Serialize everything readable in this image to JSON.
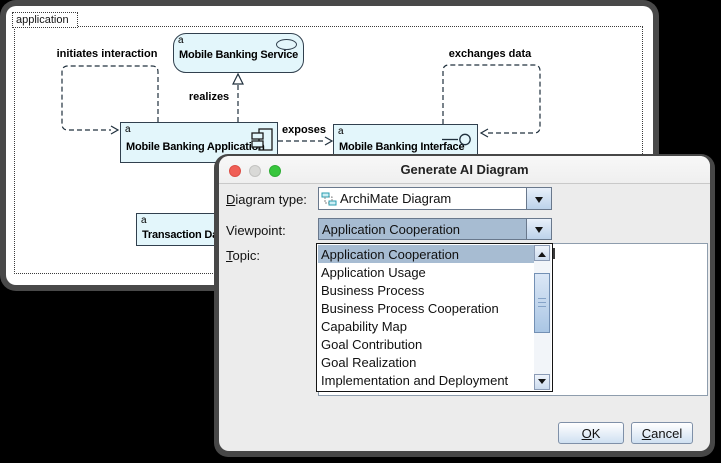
{
  "app": {
    "grouping_label": "application",
    "elements": {
      "service": {
        "marker": "a",
        "label": "Mobile Banking Service"
      },
      "application": {
        "marker": "a",
        "label": "Mobile Banking Application"
      },
      "interface": {
        "marker": "a",
        "label": "Mobile Banking Interface"
      },
      "transaction_data": {
        "marker": "a",
        "label": "Transaction Data"
      }
    },
    "relations": {
      "initiates": "initiates interaction",
      "realizes": "realizes",
      "exposes": "exposes",
      "exchanges": "exchanges data"
    }
  },
  "dialog": {
    "title": "Generate AI Diagram",
    "diagram_type": {
      "mn": "D",
      "rest": "iagram type:",
      "value": "ArchiMate Diagram"
    },
    "viewpoint": {
      "label": "Viewpoint:",
      "value": "Application Cooperation"
    },
    "topic": {
      "mn": "T",
      "rest": "opic:"
    },
    "viewpoint_options": [
      "Application Cooperation",
      "Application Usage",
      "Business Process",
      "Business Process Cooperation",
      "Capability Map",
      "Goal Contribution",
      "Goal Realization",
      "Implementation and Deployment"
    ],
    "selected_option": "Application Cooperation",
    "buttons": {
      "ok_mn": "O",
      "ok_rest": "K",
      "cancel_mn": "C",
      "cancel_rest": "ancel"
    }
  },
  "colors": {
    "selection": "#a7bcd2",
    "element_fill": "#e3f6fb",
    "element_border": "#31404e",
    "window_frame": "#494949"
  }
}
